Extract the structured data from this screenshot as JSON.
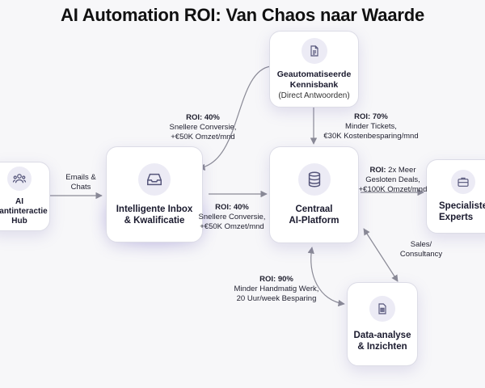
{
  "title": "AI Automation ROI: Van Chaos naar Waarde",
  "nodes": {
    "hub": {
      "label": "AI Klantinteractie\nHub",
      "icon": "users-icon"
    },
    "inbox": {
      "label": "Intelligente Inbox\n& Kwalificatie",
      "icon": "inbox-tray-icon"
    },
    "kb": {
      "label": "Geautomatiseerde\nKennisbank",
      "sub": "(Direct Antwoorden)",
      "icon": "document-icon"
    },
    "platform": {
      "label": "Centraal\nAI-Platform",
      "icon": "database-icon"
    },
    "experts": {
      "label": "Specialisten/\nExperts",
      "icon": "briefcase-icon"
    },
    "data": {
      "label": "Data-analyse\n& Inzichten",
      "icon": "spreadsheet-icon"
    }
  },
  "edges": {
    "hub_inbox": {
      "text": "Emails &\nChats"
    },
    "kb_inbox": {
      "roi": "ROI: 40%",
      "text": "Snellere Conversie,\n+€50K Omzet/mnd"
    },
    "inbox_platform": {
      "roi": "ROI: 40%",
      "text": "Snellere Conversie,\n+€50K Omzet/mnd"
    },
    "kb_platform": {
      "roi": "ROI: 70%",
      "text": "Minder Tickets,\n€30K Kostenbesparing/mnd"
    },
    "platform_experts": {
      "roi": "ROI:",
      "roi_rest": " 2x Meer",
      "text": "Gesloten Deals,\n+€100K Omzet/mnd"
    },
    "experts_data": {
      "text": "Sales/\nConsultancy"
    },
    "platform_data": {
      "roi": "ROI: 90%",
      "text": "Minder Handmatig Werk,\n20 Uur/week Besparing"
    }
  },
  "colors": {
    "edge": "#8a8a96",
    "node_border": "#dcdce6",
    "icon_bg": "#ecebf5",
    "icon_stroke": "#55557a",
    "glow": "#8b7fd8"
  }
}
